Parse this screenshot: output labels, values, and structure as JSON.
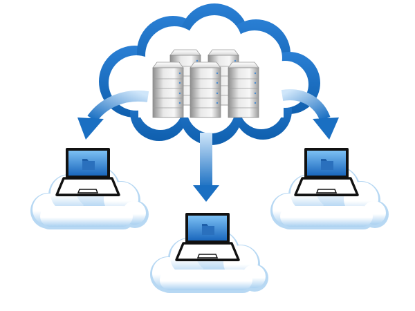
{
  "diagram": {
    "nodes": [
      {
        "id": "cloud-server",
        "kind": "cloud-server-cluster",
        "icon": "server-rack-icon",
        "server_count": 5
      },
      {
        "id": "client-left",
        "kind": "laptop-in-cloud",
        "icon": "laptop-icon",
        "screen_icon": "folder-icon"
      },
      {
        "id": "client-center",
        "kind": "laptop-in-cloud",
        "icon": "laptop-icon",
        "screen_icon": "folder-icon"
      },
      {
        "id": "client-right",
        "kind": "laptop-in-cloud",
        "icon": "laptop-icon",
        "screen_icon": "folder-icon"
      }
    ],
    "edges": [
      {
        "from": "cloud-server",
        "to": "client-left",
        "icon": "arrow-down-left-icon"
      },
      {
        "from": "cloud-server",
        "to": "client-center",
        "icon": "arrow-down-icon"
      },
      {
        "from": "cloud-server",
        "to": "client-right",
        "icon": "arrow-down-right-icon"
      }
    ]
  },
  "colors": {
    "cloud_outline": "#1a6fc2",
    "cloud_outline_light": "#3b8ee0",
    "cloud_fill": "#ffffff",
    "small_cloud_edge": "#9fc9ee",
    "small_cloud_fill": "#ffffff",
    "arrow_dark": "#1a6fc2",
    "arrow_light": "#8fc3ef",
    "laptop_body": "#111111",
    "screen_fill_top": "#6fb8f2",
    "screen_fill_bottom": "#1f6fc4",
    "folder_color": "#1d5ea8",
    "server_light": "#f2f2f2",
    "server_dark": "#a9a9a9"
  }
}
